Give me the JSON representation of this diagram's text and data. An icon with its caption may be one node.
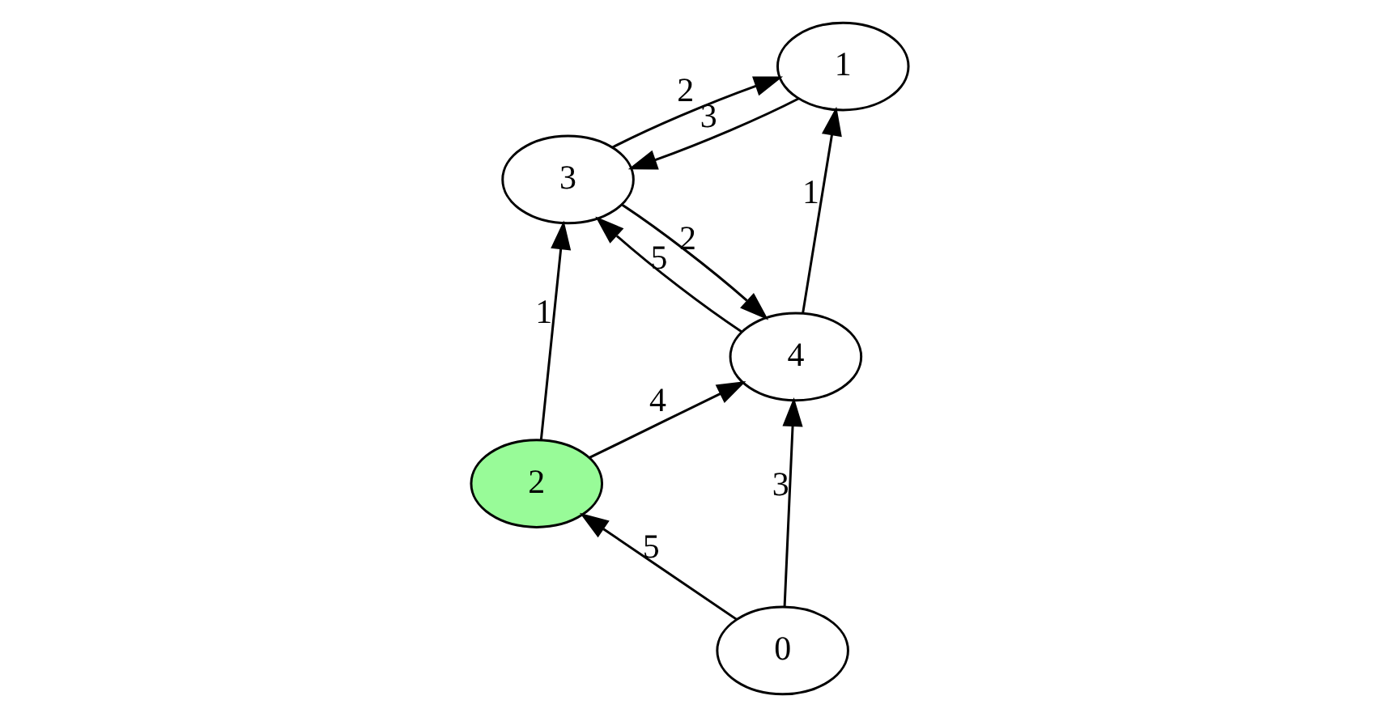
{
  "diagram": {
    "nodes": [
      {
        "text": [
          "2"
        ]
      },
      {
        "text": [
          "0"
        ]
      },
      {
        "text": [
          "4"
        ]
      },
      {
        "text": [
          "3"
        ]
      },
      {
        "text": [
          "1"
        ]
      }
    ],
    "edges": [
      {
        "from": 1,
        "to": 0,
        "arrow": "to",
        "label": "5"
      },
      {
        "from": 1,
        "to": 2,
        "arrow": "to",
        "label": "3"
      },
      {
        "from": 0,
        "to": 2,
        "arrow": "to",
        "label": "4"
      },
      {
        "from": 0,
        "to": 3,
        "arrow": "to",
        "label": "1"
      },
      {
        "from": 2,
        "to": 3,
        "arrow": "to",
        "label": "5"
      },
      {
        "from": 3,
        "to": 2,
        "arrow": "to",
        "label": "2"
      },
      {
        "from": 2,
        "to": 4,
        "arrow": "to",
        "label": "1"
      },
      {
        "from": 4,
        "to": 3,
        "arrow": "to",
        "label": "3"
      },
      {
        "from": 3,
        "to": 4,
        "arrow": "to",
        "label": "2"
      }
    ]
  }
}
